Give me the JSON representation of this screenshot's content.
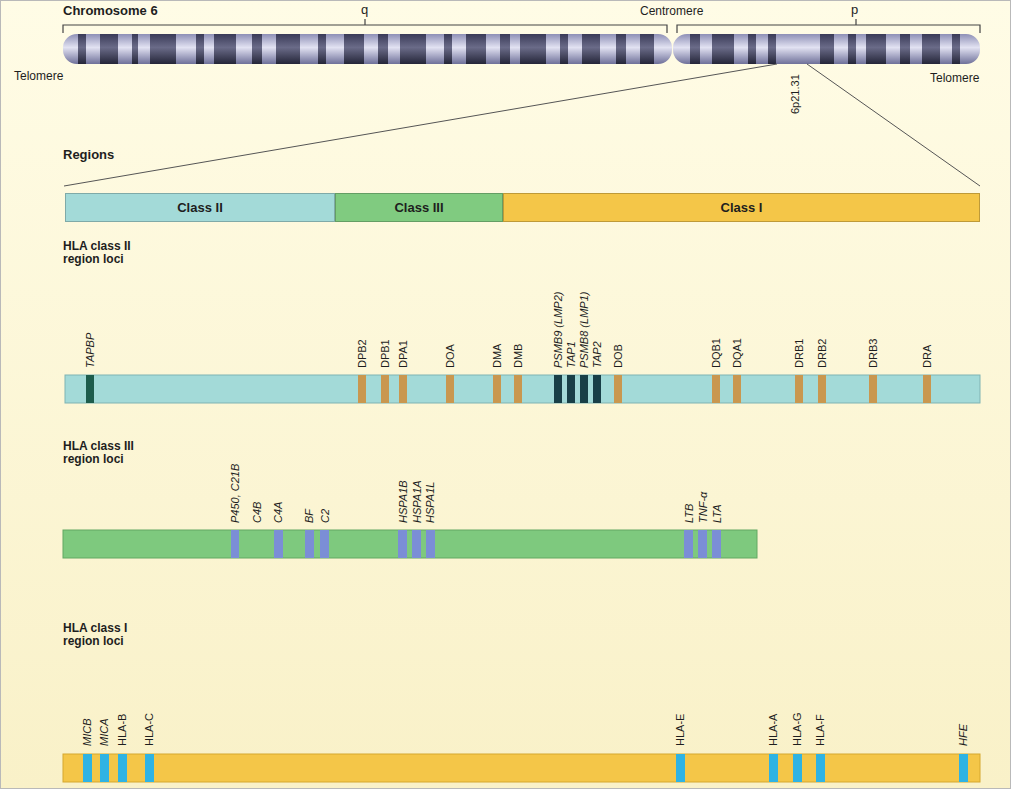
{
  "diagram": {
    "nodes": [
      {
        "text": [
          "Class II"
        ]
      },
      {
        "text": [
          "Class III"
        ]
      },
      {
        "text": [
          "Class I"
        ]
      }
    ],
    "labels": [
      "Chromosome 6",
      "q",
      "Centromere",
      "p",
      "Telomere",
      "Telomere",
      "6p21.31",
      "Regions",
      "HLA class II region loci",
      "TAPBP",
      "DPB2",
      "DPB1",
      "DPA1",
      "DOA",
      "DMA",
      "DMB",
      "PSMB9 (LMP2)",
      "TAP1",
      "PSMB8 (LMP1)",
      "TAP2",
      "DOB",
      "DQB1",
      "DQA1",
      "DRB1",
      "DRB2",
      "DRB3",
      "DRA",
      "HLA class III region loci",
      "P450, C21B",
      "C4B",
      "C4A",
      "BF",
      "C2",
      "HSPA1B",
      "HSPA1A",
      "HSPA1L",
      "LTB",
      "TNF-α",
      "LTA",
      "HLA class I region loci",
      "MICB",
      "MICA",
      "HLA-B",
      "HLA-C",
      "HLA-E",
      "HLA-A",
      "HLA-G",
      "HLA-F",
      "HFE"
    ]
  }
}
